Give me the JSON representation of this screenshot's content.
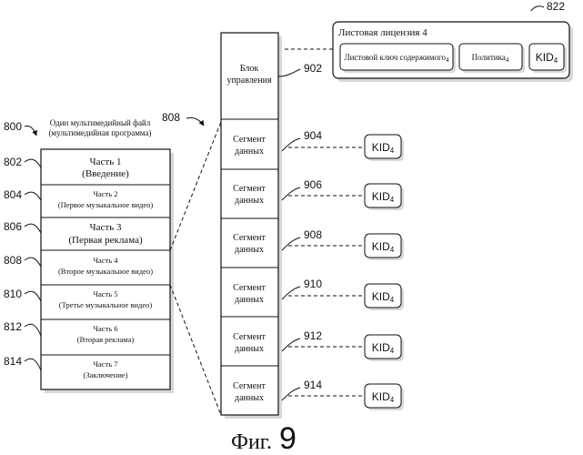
{
  "figure_caption": {
    "prefix": "Фиг.",
    "number": "9"
  },
  "file": {
    "ref": "800",
    "title_line1": "Один мультимедийный файл",
    "title_line2": "(мультимедийная программа)",
    "parts": [
      {
        "ref": "802",
        "line1": "Часть 1",
        "line2": "(Введение)"
      },
      {
        "ref": "804",
        "line1": "Часть 2",
        "line2": "(Первое музыкальное видео)"
      },
      {
        "ref": "806",
        "line1": "Часть 3",
        "line2": "(Первая реклама)"
      },
      {
        "ref": "808",
        "line1": "Часть 4",
        "line2": "(Второе музыкальное видео)"
      },
      {
        "ref": "810",
        "line1": "Часть 5",
        "line2": "(Третье музыкальное видео)"
      },
      {
        "ref": "812",
        "line1": "Часть 6",
        "line2": "(Вторая реклама)"
      },
      {
        "ref": "814",
        "line1": "Часть 7",
        "line2": "(Заключение)"
      }
    ]
  },
  "stream": {
    "ref": "808",
    "header": {
      "ref": "902",
      "line1": "Блок",
      "line2": "управления"
    },
    "segments": [
      {
        "ref": "904",
        "line1": "Сегмент",
        "line2": "данных",
        "kid": "KID",
        "kid_sub": "4"
      },
      {
        "ref": "906",
        "line1": "Сегмент",
        "line2": "данных",
        "kid": "KID",
        "kid_sub": "4"
      },
      {
        "ref": "908",
        "line1": "Сегмент",
        "line2": "данных",
        "kid": "KID",
        "kid_sub": "4"
      },
      {
        "ref": "910",
        "line1": "Сегмент",
        "line2": "данных",
        "kid": "KID",
        "kid_sub": "4"
      },
      {
        "ref": "912",
        "line1": "Сегмент",
        "line2": "данных",
        "kid": "KID",
        "kid_sub": "4"
      },
      {
        "ref": "914",
        "line1": "Сегмент",
        "line2": "данных",
        "kid": "KID",
        "kid_sub": "4"
      }
    ]
  },
  "license": {
    "ref": "822",
    "title": "Листовая лицензия  4",
    "key_label": "Листовой ключ содержимого",
    "key_sub": "4",
    "policy_label": "Политика",
    "policy_sub": "4",
    "kid_label": "KID",
    "kid_sub": "4"
  }
}
